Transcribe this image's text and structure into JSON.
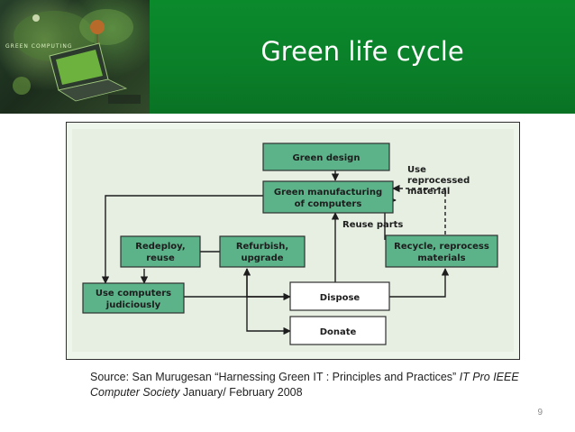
{
  "slide": {
    "title": "Green life cycle",
    "header_brand": "GREEN COMPUTING",
    "page_number": "9"
  },
  "colors": {
    "header_green": "#0a7f29",
    "node_fill": "#5cb38a",
    "node_outline": "#2f2f2f",
    "white_node_fill": "#ffffff",
    "figure_background": "#e6efe2"
  },
  "diagram": {
    "nodes": [
      {
        "id": "green-design",
        "lines": [
          "Green design"
        ],
        "style": "green"
      },
      {
        "id": "green-manufacturing",
        "lines": [
          "Green manufacturing",
          "of computers"
        ],
        "style": "green"
      },
      {
        "id": "redeploy",
        "lines": [
          "Redeploy,",
          "reuse"
        ],
        "style": "green"
      },
      {
        "id": "refurbish",
        "lines": [
          "Refurbish,",
          "upgrade"
        ],
        "style": "green"
      },
      {
        "id": "recycle",
        "lines": [
          "Recycle, reprocess",
          "materials"
        ],
        "style": "green"
      },
      {
        "id": "use-computers",
        "lines": [
          "Use computers",
          "judiciously"
        ],
        "style": "green"
      },
      {
        "id": "dispose",
        "lines": [
          "Dispose"
        ],
        "style": "white"
      },
      {
        "id": "donate",
        "lines": [
          "Donate"
        ],
        "style": "white"
      }
    ],
    "edge_labels": {
      "use_reprocessed": [
        "Use",
        "reprocessed",
        "material"
      ],
      "reuse_parts": "Reuse parts"
    }
  },
  "caption": {
    "prefix": "Source: San Murugesan “Harnessing Green IT : Principles and Practices” ",
    "journal": "IT Pro IEEE Computer Society",
    "date": " January/ February 2008"
  }
}
